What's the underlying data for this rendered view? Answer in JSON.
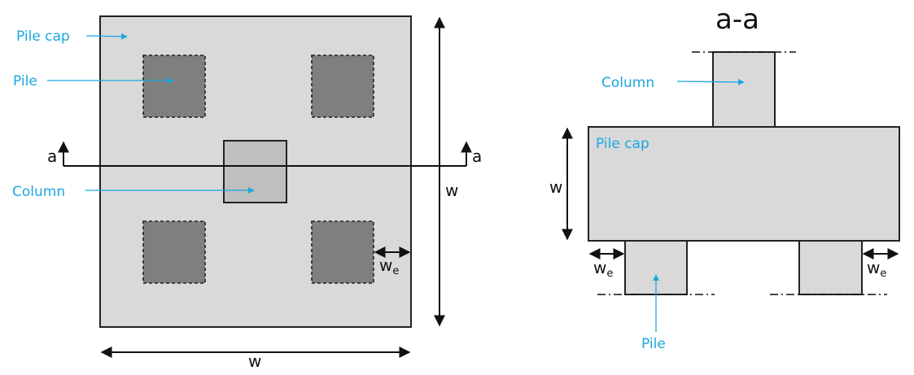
{
  "plan": {
    "label_pile_cap": "Pile cap",
    "label_pile": "Pile",
    "label_column": "Column",
    "section_mark_left": "a",
    "section_mark_right": "a",
    "dim_width_bottom": "w",
    "dim_width_right": "w",
    "dim_edge_main": "w",
    "dim_edge_sub": "e"
  },
  "section": {
    "title": "a-a",
    "label_column": "Column",
    "label_pile_cap": "Pile cap",
    "label_pile": "Pile",
    "dim_width_left": "w",
    "dim_edge_left_main": "w",
    "dim_edge_left_sub": "e",
    "dim_edge_right_main": "w",
    "dim_edge_right_sub": "e"
  },
  "colors": {
    "label_accent": "#1aa7e0",
    "cap_fill": "#d9d9d9",
    "pile_fill": "#7f7f7f",
    "column_fill": "#bfbfbf"
  }
}
